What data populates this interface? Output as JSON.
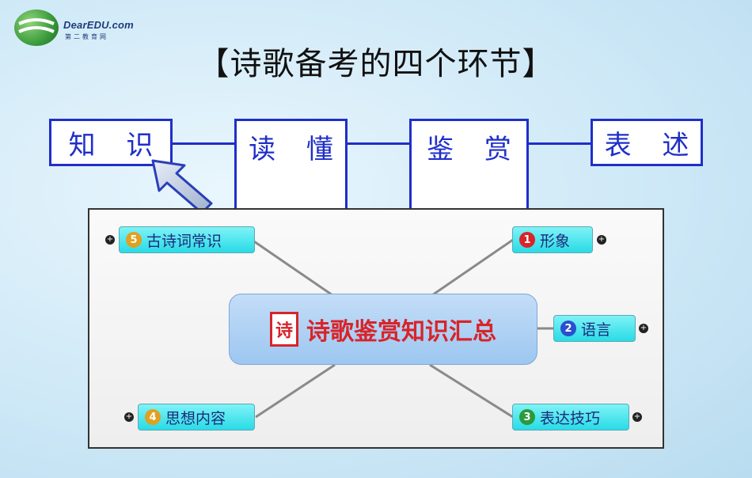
{
  "logo": {
    "name": "DearEDU.com",
    "subtitle": "第二教育网"
  },
  "title": "【诗歌备考的四个环节】",
  "stages": [
    "知  识",
    "读  懂",
    "鉴  赏",
    "表  述"
  ],
  "mindmap": {
    "center": "诗歌鉴赏知识汇总",
    "seal_glyph": "诗",
    "nodes": [
      {
        "number": "1",
        "label": "形象",
        "badge_color": "#d8242a"
      },
      {
        "number": "2",
        "label": "语言",
        "badge_color": "#2a4fd0"
      },
      {
        "number": "3",
        "label": "表达技巧",
        "badge_color": "#2a9a3a"
      },
      {
        "number": "4",
        "label": "思想内容",
        "badge_color": "#e0a020"
      },
      {
        "number": "5",
        "label": "古诗词常识",
        "badge_color": "#e0a020"
      }
    ]
  },
  "colors": {
    "stage_blue": "#1f2fc8",
    "center_red": "#d8242a",
    "node_cyan": "#29dbe6"
  }
}
